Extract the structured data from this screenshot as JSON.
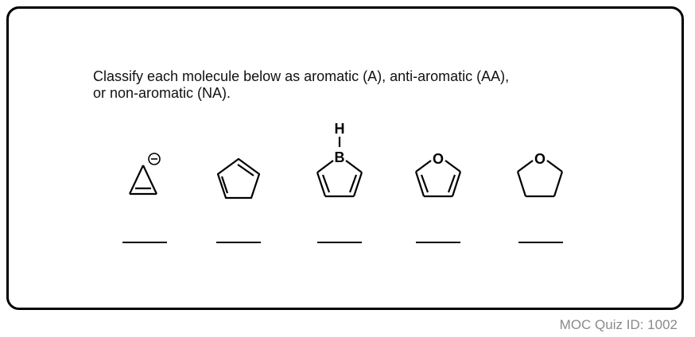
{
  "instructions": {
    "line1": "Classify each molecule below as aromatic (A), anti-aromatic (AA),",
    "line2": "or non-aromatic (NA)."
  },
  "molecules": [
    {
      "name": "cyclopropenyl anion",
      "charge_symbol": "⊖"
    },
    {
      "name": "cyclopentadiene"
    },
    {
      "name": "borole",
      "atom_label": "B",
      "h_label": "H"
    },
    {
      "name": "furan",
      "atom_label": "O"
    },
    {
      "name": "tetrahydrofuran",
      "atom_label": "O"
    }
  ],
  "answer_blanks": [
    "",
    "",
    "",
    "",
    ""
  ],
  "footer": {
    "quiz_id": "MOC Quiz ID: 1002"
  }
}
